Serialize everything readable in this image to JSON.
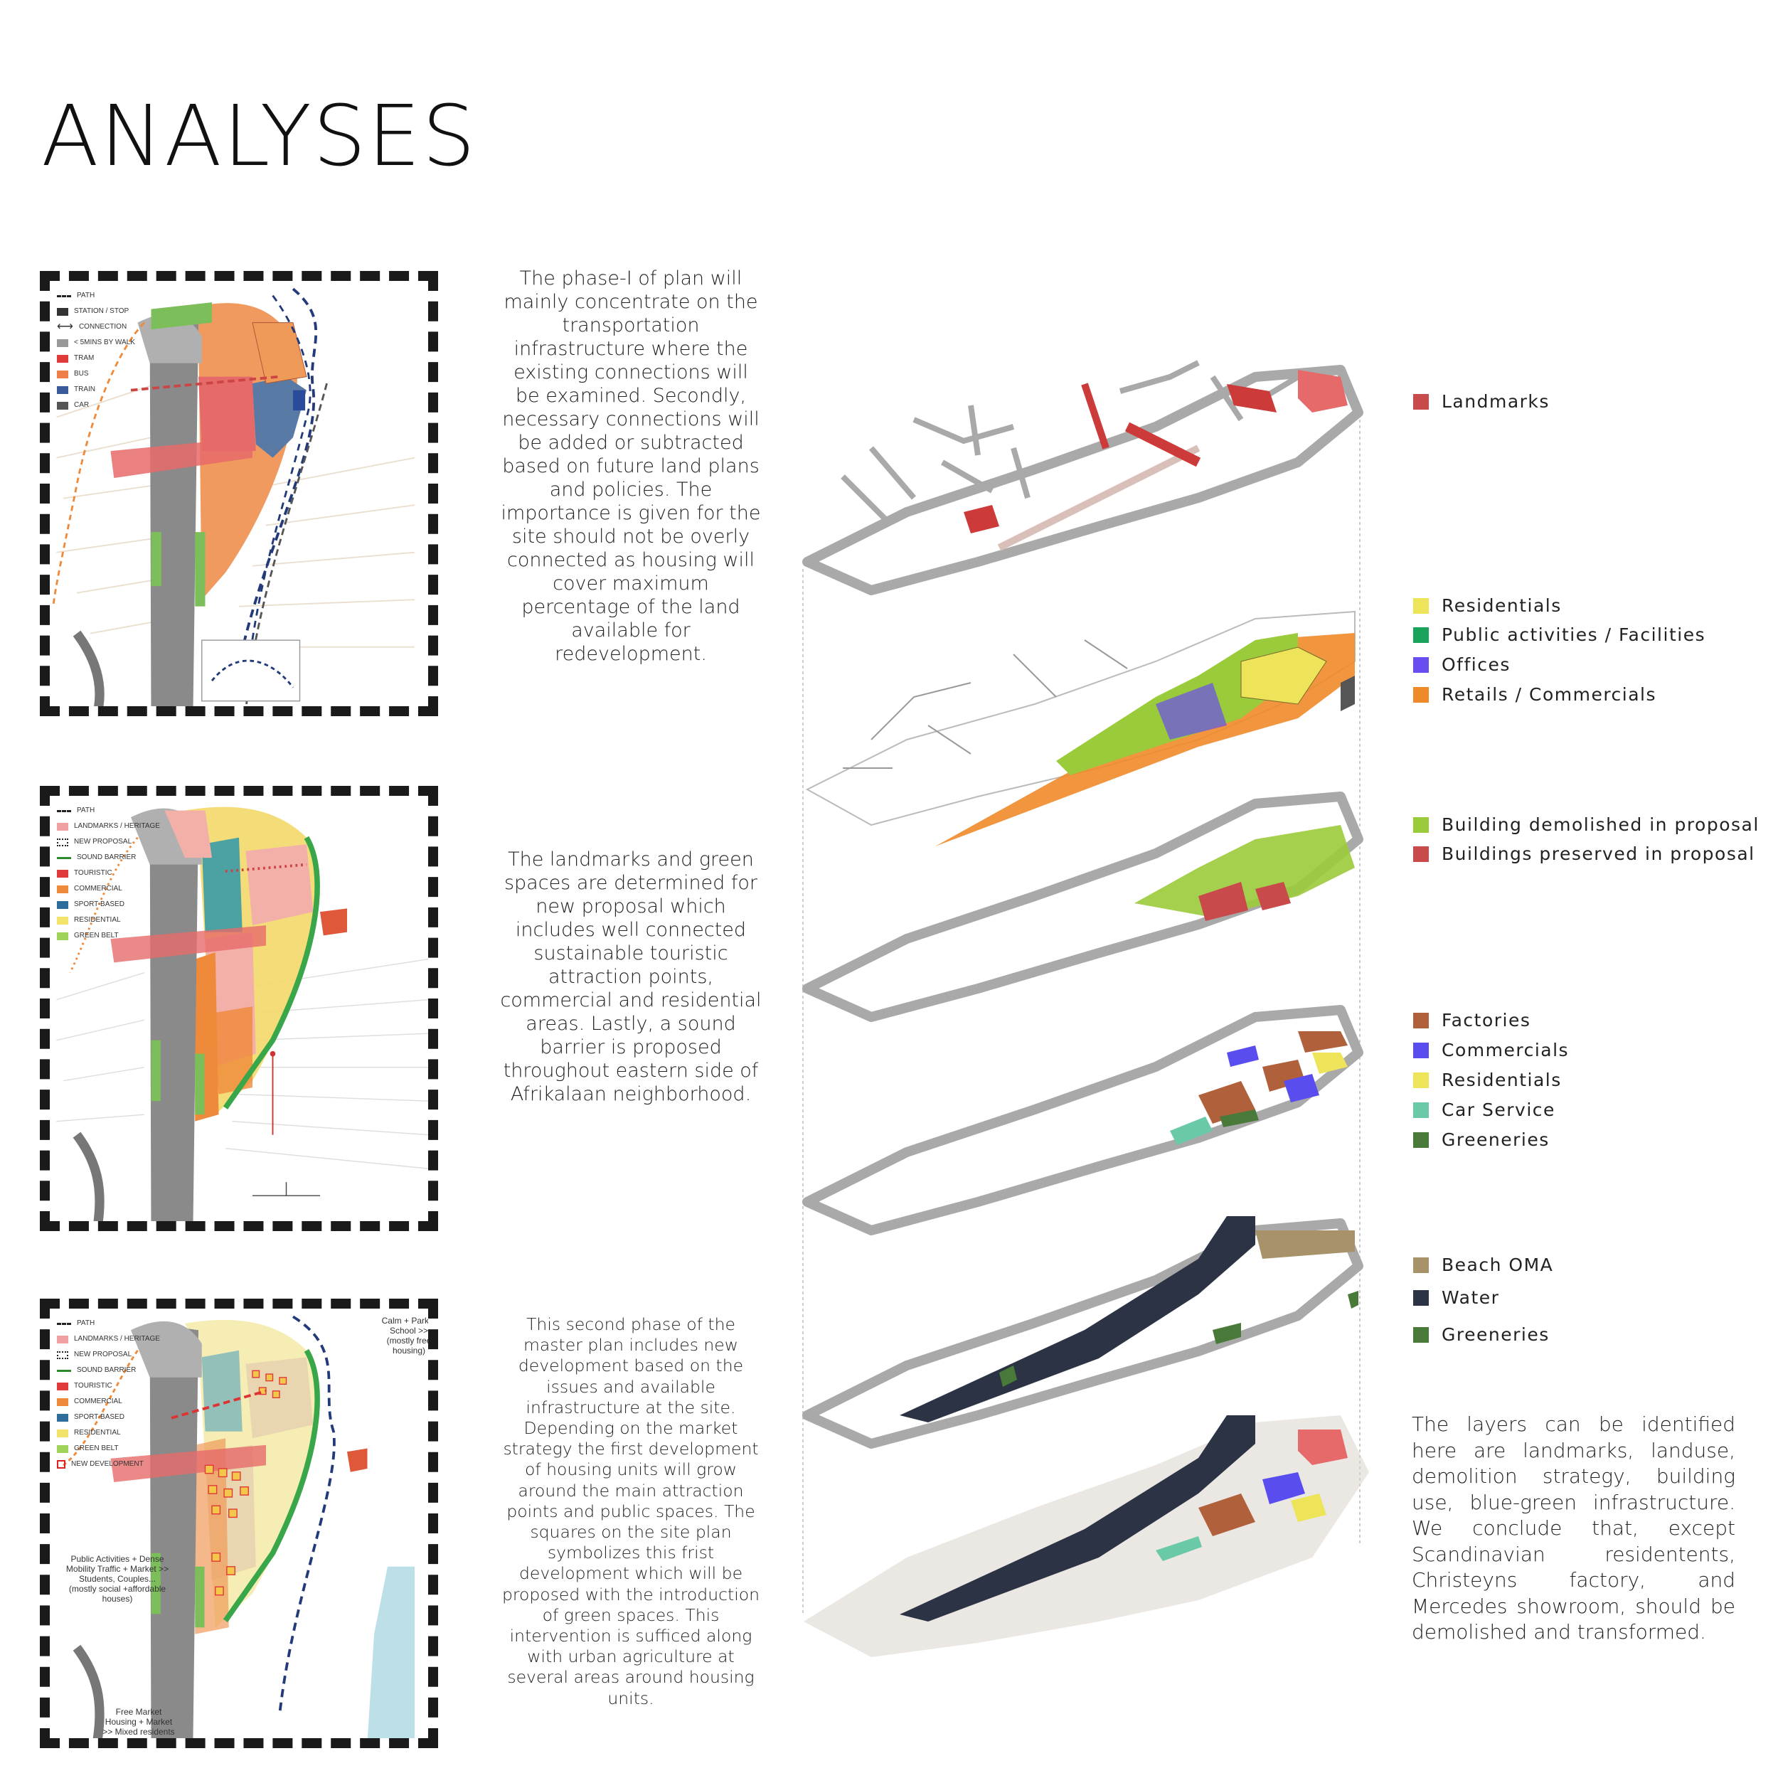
{
  "title": "ANALYSES",
  "panels": [
    {
      "legend": [
        {
          "type": "line",
          "label": "PATH"
        },
        {
          "type": "swatch",
          "color": "#333333",
          "label": "STATION / STOP"
        },
        {
          "type": "arrow",
          "label": "CONNECTION"
        },
        {
          "type": "swatch",
          "color": "#999999",
          "label": "< 5MINS BY WALK"
        },
        {
          "type": "swatch",
          "color": "#e03a3a",
          "label": "TRAM"
        },
        {
          "type": "swatch",
          "color": "#ee7f4a",
          "label": "BUS"
        },
        {
          "type": "swatch",
          "color": "#3a5a9a",
          "label": "TRAIN"
        },
        {
          "type": "swatch",
          "color": "#555555",
          "label": "CAR"
        }
      ],
      "description": "The phase-I of plan will mainly concentrate on the transportation infrastructure where the existing connections will be examined. Secondly, necessary connections will be added or subtracted based on future land plans and policies. The importance is given for the site should not be overly connected as housing will cover maximum percentage of the land available for redevelopment."
    },
    {
      "legend": [
        {
          "type": "line",
          "label": "PATH"
        },
        {
          "type": "swatch",
          "color": "#f0a0a0",
          "label": "LANDMARKS / HERITAGE"
        },
        {
          "type": "dotted",
          "label": "NEW PROPOSAL"
        },
        {
          "type": "green",
          "label": "SOUND BARRIER"
        },
        {
          "type": "swatch",
          "color": "#e03a3a",
          "label": "TOURISTIC"
        },
        {
          "type": "swatch",
          "color": "#ef8a3a",
          "label": "COMMERCIAL"
        },
        {
          "type": "swatch",
          "color": "#2f6d9c",
          "label": "SPORT-BASED"
        },
        {
          "type": "swatch",
          "color": "#f3e36a",
          "label": "RESIDENTIAL"
        },
        {
          "type": "swatch",
          "color": "#9fd35a",
          "label": "GREEN BELT"
        }
      ],
      "description": "The landmarks and green spaces are determined for new proposal which includes well connected sustainable touristic attraction points, commercial and residential areas. Lastly, a sound barrier is proposed throughout eastern side of Afrikalaan neighborhood."
    },
    {
      "legend": [
        {
          "type": "line",
          "label": "PATH"
        },
        {
          "type": "swatch",
          "color": "#f0a0a0",
          "label": "LANDMARKS / HERITAGE"
        },
        {
          "type": "dotted",
          "label": "NEW PROPOSAL"
        },
        {
          "type": "green",
          "label": "SOUND BARRIER"
        },
        {
          "type": "swatch",
          "color": "#e03a3a",
          "label": "TOURISTIC"
        },
        {
          "type": "swatch",
          "color": "#ef8a3a",
          "label": "COMMERCIAL"
        },
        {
          "type": "swatch",
          "color": "#2f6d9c",
          "label": "SPORT-BASED"
        },
        {
          "type": "swatch",
          "color": "#f3e36a",
          "label": "RESIDENTIAL"
        },
        {
          "type": "swatch",
          "color": "#9fd35a",
          "label": "GREEN BELT"
        },
        {
          "type": "new",
          "label": "NEW DEVELOPMENT"
        }
      ],
      "notes": {
        "top": "Calm + Park + School >> (mostly free housing)",
        "middle": "Public Activities + Dense Mobility Traffic + Market >> Students, Couples... (mostly social +affordable houses)",
        "bottom": "Free Market Housing + Market >> Mixed residents"
      },
      "description": "This second phase of the master plan includes new development based on the issues and available infrastructure at the site. Depending on the market strategy the first development of housing units will grow around the main attraction points and public spaces. The squares on the site plan symbolizes this frist development which will be proposed with the introduction of green spaces. This intervention is sufficed along with urban agriculture at several areas around housing units."
    }
  ],
  "layers": [
    {
      "items": [
        {
          "label": "Landmarks",
          "color": "#c94a4a"
        }
      ]
    },
    {
      "items": [
        {
          "label": "Residentials",
          "color": "#ede45a"
        },
        {
          "label": "Public activities / Facilities",
          "color": "#1aa35a"
        },
        {
          "label": "Offices",
          "color": "#6a4df0"
        },
        {
          "label": "Retails / Commercials",
          "color": "#ef8a2a"
        }
      ]
    },
    {
      "items": [
        {
          "label": "Building demolished in proposal",
          "color": "#9acb3a"
        },
        {
          "label": "Buildings preserved in proposal",
          "color": "#c94a4a"
        }
      ]
    },
    {
      "items": [
        {
          "label": "Factories",
          "color": "#b0603a"
        },
        {
          "label": "Commercials",
          "color": "#5a4df0"
        },
        {
          "label": "Residentials",
          "color": "#ede45a"
        },
        {
          "label": "Car Service",
          "color": "#6ac9a6"
        },
        {
          "label": "Greeneries",
          "color": "#4a7a3a"
        }
      ]
    },
    {
      "items": [
        {
          "label": "Beach OMA",
          "color": "#a8926a"
        },
        {
          "label": "Water",
          "color": "#2c3345"
        },
        {
          "label": "Greeneries",
          "color": "#4a7a3a"
        }
      ]
    }
  ],
  "conclusion": "The layers can be identified here are landmarks, landuse, demolition strategy, building use, blue-green infrastructure. We conclude that, except Scandinavian residentents, Christeyns factory, and Mercedes showroom, should be demolished and transformed."
}
